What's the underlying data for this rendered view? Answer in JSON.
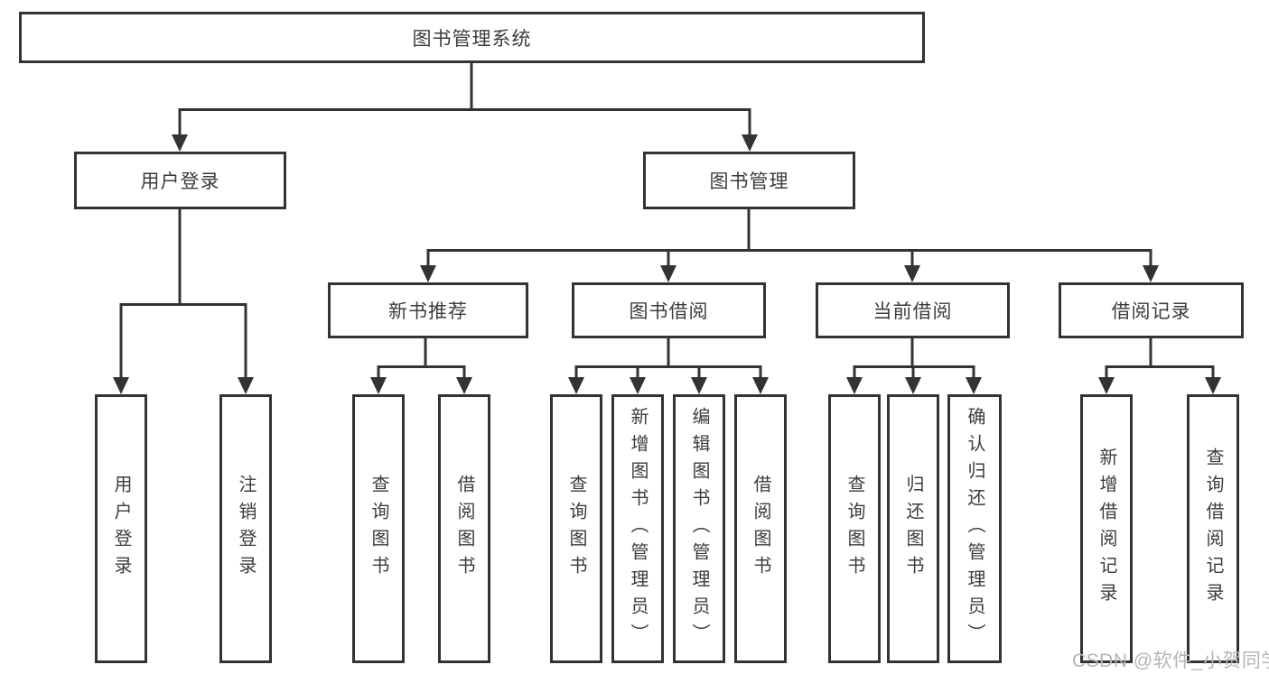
{
  "tree": {
    "root": {
      "label": "图书管理系统",
      "children": [
        {
          "label": "用户登录",
          "children": [
            {
              "label": "用户登录"
            },
            {
              "label": "注销登录"
            }
          ]
        },
        {
          "label": "图书管理",
          "children": [
            {
              "label": "新书推荐",
              "children": [
                {
                  "label": "查询图书"
                },
                {
                  "label": "借阅图书"
                }
              ]
            },
            {
              "label": "图书借阅",
              "children": [
                {
                  "label": "查询图书"
                },
                {
                  "label": "新增图书（管理员）"
                },
                {
                  "label": "编辑图书（管理员）"
                },
                {
                  "label": "借阅图书"
                }
              ]
            },
            {
              "label": "当前借阅",
              "children": [
                {
                  "label": "查询图书"
                },
                {
                  "label": "归还图书"
                },
                {
                  "label": "确认归还（管理员）"
                }
              ]
            },
            {
              "label": "借阅记录",
              "children": [
                {
                  "label": "新增借阅记录"
                },
                {
                  "label": "查询借阅记录"
                }
              ]
            }
          ]
        }
      ]
    }
  },
  "watermark": "CSDN @软件_小贺同学",
  "colors": {
    "line": "#333333",
    "text": "#3c3c3c",
    "background": "#ffffff",
    "watermark": "#b5b5b5"
  }
}
